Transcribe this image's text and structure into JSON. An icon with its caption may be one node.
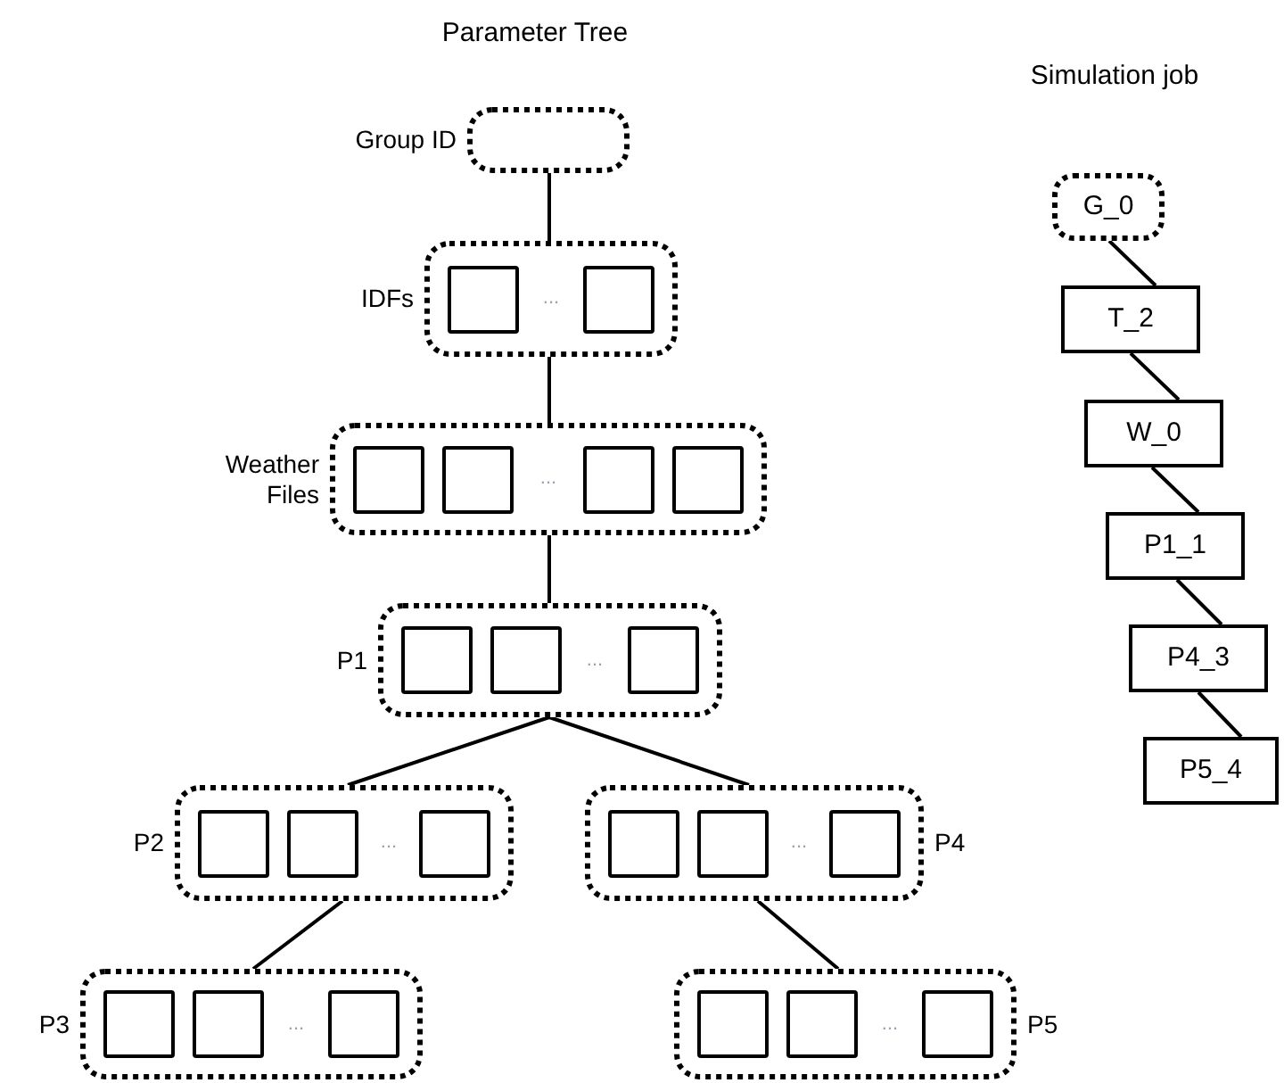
{
  "diagram": {
    "nodes": [
      {
        "text": [
          "Group ID"
        ]
      },
      {
        "text": [
          "IDFs",
          "..."
        ]
      },
      {
        "text": [],
        "shape": "box",
        "in": 1
      },
      {
        "text": [],
        "shape": "box",
        "in": 1
      },
      {
        "text": [
          "Weather Files",
          "..."
        ]
      },
      {
        "text": [],
        "shape": "box",
        "in": 4
      },
      {
        "text": [],
        "shape": "box",
        "in": 4
      },
      {
        "text": [],
        "shape": "box",
        "in": 4
      },
      {
        "text": [],
        "shape": "box",
        "in": 4
      },
      {
        "text": [
          "P1",
          "..."
        ]
      },
      {
        "text": [],
        "shape": "box",
        "in": 9
      },
      {
        "text": [],
        "shape": "box",
        "in": 9
      },
      {
        "text": [],
        "shape": "box",
        "in": 9
      },
      {
        "text": [
          "P2",
          "..."
        ]
      },
      {
        "text": [],
        "shape": "box",
        "in": 13
      },
      {
        "text": [],
        "shape": "box",
        "in": 13
      },
      {
        "text": [],
        "shape": "box",
        "in": 13
      },
      {
        "text": [
          "...",
          "P4"
        ]
      },
      {
        "text": [],
        "shape": "box",
        "in": 17
      },
      {
        "text": [],
        "shape": "box",
        "in": 17
      },
      {
        "text": [],
        "shape": "box",
        "in": 17
      },
      {
        "text": [
          "P3",
          "..."
        ]
      },
      {
        "text": [],
        "shape": "box",
        "in": 21
      },
      {
        "text": [],
        "shape": "box",
        "in": 21
      },
      {
        "text": [],
        "shape": "box",
        "in": 21
      },
      {
        "text": [
          "...",
          "P5"
        ]
      },
      {
        "text": [],
        "shape": "box",
        "in": 25
      },
      {
        "text": [],
        "shape": "box",
        "in": 25
      },
      {
        "text": [],
        "shape": "box",
        "in": 25
      },
      {
        "text": [
          "G_0"
        ]
      },
      {
        "text": [
          "T_2"
        ]
      },
      {
        "text": [
          "W_0"
        ]
      },
      {
        "text": [
          "P1_1"
        ]
      },
      {
        "text": [
          "P4_3"
        ]
      },
      {
        "text": [
          "P5_4"
        ]
      }
    ],
    "edges": [
      {
        "from": 0,
        "to": 1,
        "arrow": "none"
      },
      {
        "from": 1,
        "to": 4,
        "arrow": "none"
      },
      {
        "from": 4,
        "to": 9,
        "arrow": "none"
      },
      {
        "from": 9,
        "to": 13,
        "arrow": "none"
      },
      {
        "from": 9,
        "to": 17,
        "arrow": "none"
      },
      {
        "from": 13,
        "to": 21,
        "arrow": "none"
      },
      {
        "from": 17,
        "to": 25,
        "arrow": "none"
      },
      {
        "from": 29,
        "to": 30,
        "arrow": "none"
      },
      {
        "from": 30,
        "to": 31,
        "arrow": "none"
      },
      {
        "from": 31,
        "to": 32,
        "arrow": "none"
      },
      {
        "from": 32,
        "to": 33,
        "arrow": "none"
      },
      {
        "from": 33,
        "to": 34,
        "arrow": "none"
      }
    ],
    "labels": [
      "Parameter Tree",
      "Simulation job"
    ]
  }
}
